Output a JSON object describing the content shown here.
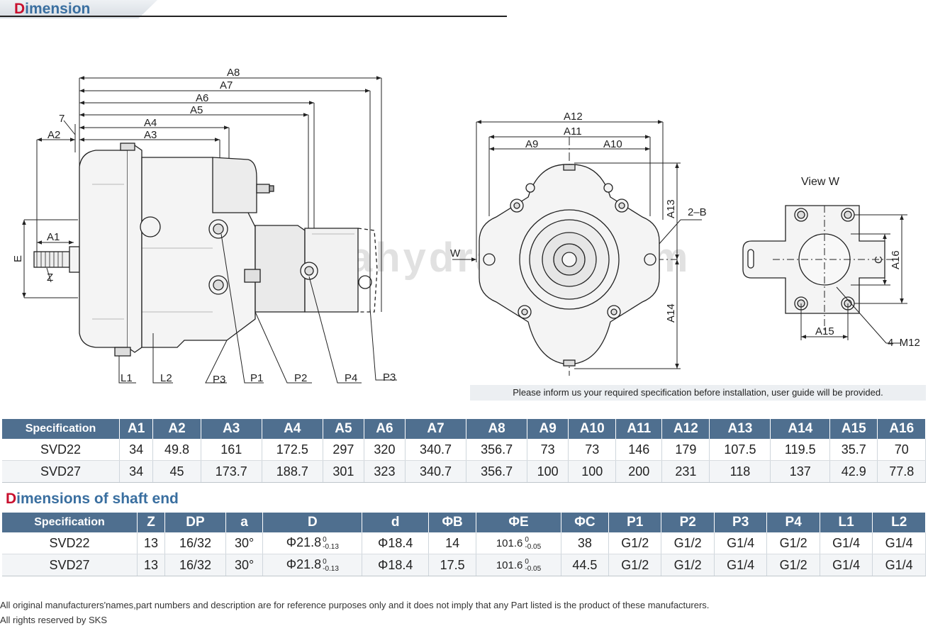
{
  "header": {
    "title_initial": "D",
    "title_rest": "imension"
  },
  "drawing": {
    "side_dims": [
      "A8",
      "A7",
      "A6",
      "A5",
      "A4",
      "A3",
      "A2",
      "7",
      "A1",
      "E",
      "Z"
    ],
    "ports": [
      "L1",
      "L2",
      "P3",
      "P1",
      "P2",
      "P4",
      "P3"
    ],
    "front_dims": [
      "A12",
      "A11",
      "A9",
      "A10",
      "A13",
      "A14",
      "W",
      "2–B"
    ],
    "view_w_title": "View W",
    "view_w_dims": [
      "C",
      "A16",
      "A15",
      "4–M12"
    ],
    "watermark": "www.sikahydraulic.com"
  },
  "note": "Please inform us your required specification before installation, user guide will be provided.",
  "table1": {
    "headers": [
      "Specification",
      "A1",
      "A2",
      "A3",
      "A4",
      "A5",
      "A6",
      "A7",
      "A8",
      "A9",
      "A10",
      "A11",
      "A12",
      "A13",
      "A14",
      "A15",
      "A16"
    ],
    "rows": [
      [
        "SVD22",
        "34",
        "49.8",
        "161",
        "172.5",
        "297",
        "320",
        "340.7",
        "356.7",
        "73",
        "73",
        "146",
        "179",
        "107.5",
        "119.5",
        "35.7",
        "70"
      ],
      [
        "SVD27",
        "34",
        "45",
        "173.7",
        "188.7",
        "301",
        "323",
        "340.7",
        "356.7",
        "100",
        "100",
        "200",
        "231",
        "118",
        "137",
        "42.9",
        "77.8"
      ]
    ]
  },
  "section2": {
    "title_initial": "D",
    "title_rest": "imensions of shaft end"
  },
  "table2": {
    "headers": [
      "Specification",
      "Z",
      "DP",
      "a",
      "D",
      "d",
      "ΦB",
      "ΦE",
      "ΦC",
      "P1",
      "P2",
      "P3",
      "P4",
      "L1",
      "L2"
    ],
    "rows": [
      {
        "spec": "SVD22",
        "Z": "13",
        "DP": "16/32",
        "a": "30°",
        "D": {
          "base": "Φ21.8",
          "sup": "0",
          "sub": "-0.13"
        },
        "d": "Φ18.4",
        "B": "14",
        "E": {
          "base": "101.6",
          "sup": "0",
          "sub": "-0.05"
        },
        "C": "38",
        "P1": "G1/2",
        "P2": "G1/2",
        "P3": "G1/4",
        "P4": "G1/2",
        "L1": "G1/4",
        "L2": "G1/4"
      },
      {
        "spec": "SVD27",
        "Z": "13",
        "DP": "16/32",
        "a": "30°",
        "D": {
          "base": "Φ21.8",
          "sup": "0",
          "sub": "-0.13"
        },
        "d": "Φ18.4",
        "B": "17.5",
        "E": {
          "base": "101.6",
          "sup": "0",
          "sub": "-0.05"
        },
        "C": "44.5",
        "P1": "G1/2",
        "P2": "G1/2",
        "P3": "G1/4",
        "P4": "G1/2",
        "L1": "G1/4",
        "L2": "G1/4"
      }
    ]
  },
  "footer": {
    "disclaimer": "All original manufacturers'names,part numbers and description are for reference purposes only and it does not imply that any Part listed is the product of these manufacturers.",
    "rights": "All rights reserved by SKS"
  }
}
